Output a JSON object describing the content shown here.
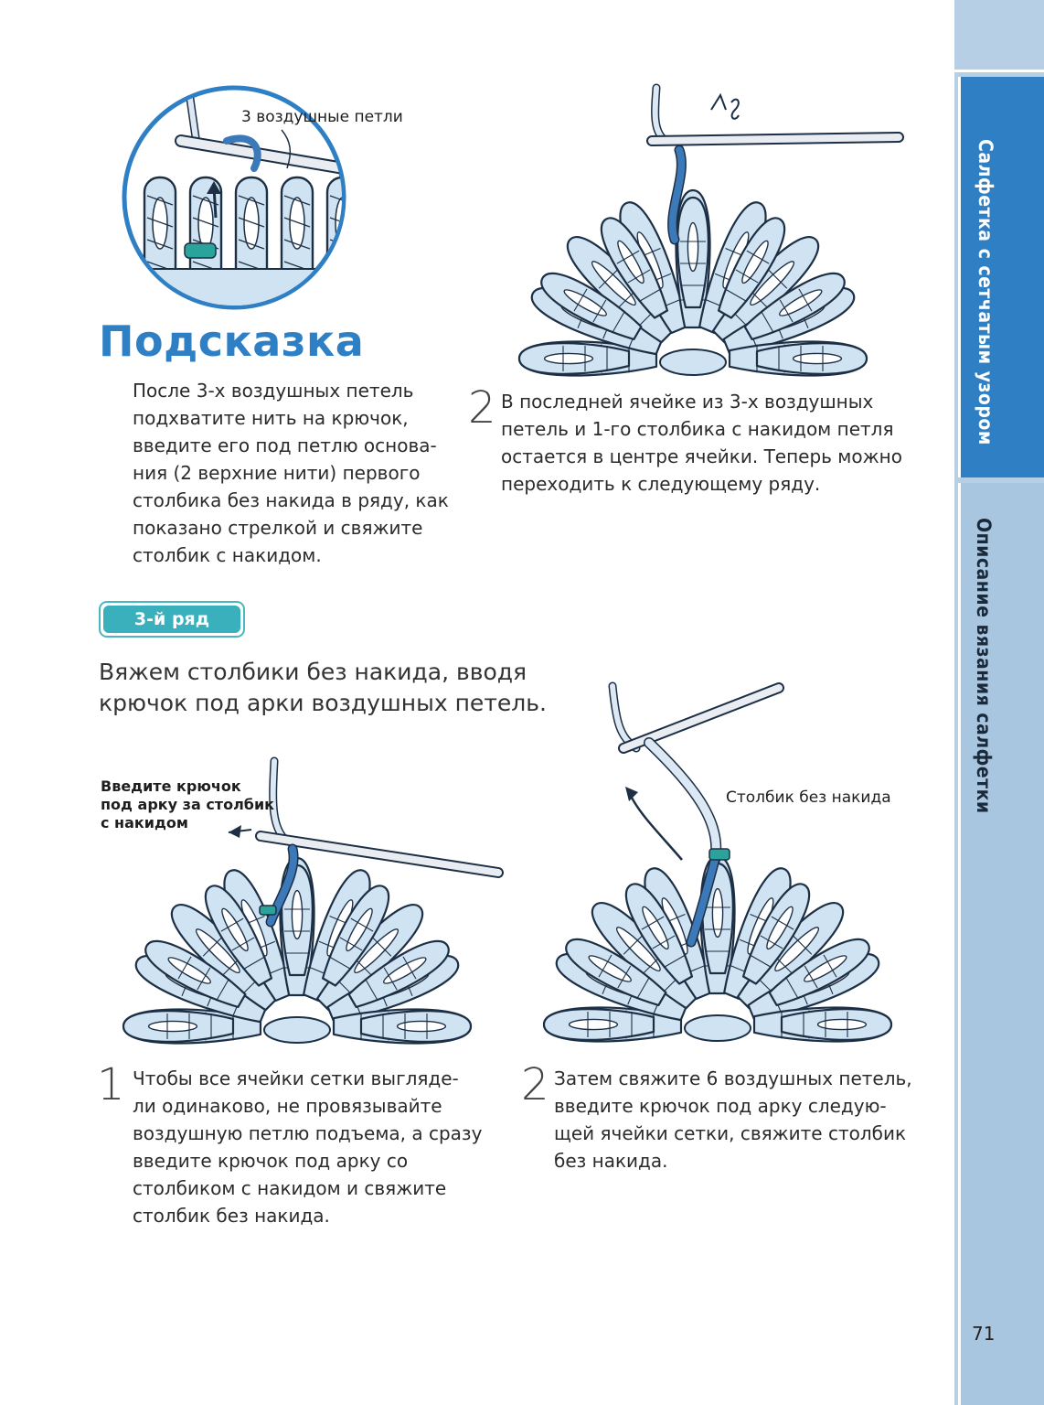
{
  "sidebar": {
    "active_tab": "Салфетка с сетчатым узором",
    "inactive_tab": "Описание вязания салфетки"
  },
  "page_number": "71",
  "hint": {
    "title": "Подсказка",
    "callout": "3 воздушные петли",
    "lines": [
      "После 3-х воздушных петель",
      "подхватите нить на крючок,",
      "введите его под петлю основа-",
      "ния (2 верхние нити) первого",
      "столбика без накида в ряду, как",
      "показано стрелкой и свяжите",
      "столбик с накидом."
    ]
  },
  "step_top_2": {
    "number": "2",
    "lines": [
      "В последней ячейке из 3-х воздушных",
      "петель и 1-го столбика с накидом петля",
      "остается в центре ячейки. Теперь можно",
      "переходить к следующему ряду."
    ]
  },
  "row3": {
    "badge": "3-й ряд",
    "intro_lines": [
      "Вяжем столбики без накида, вводя",
      "крючок под арки воздушных петель."
    ]
  },
  "callouts": {
    "insert_hook": [
      "Введите крючок",
      "под арку за столбик",
      "с накидом"
    ],
    "single_crochet": "Столбик без накида"
  },
  "step_bottom_1": {
    "number": "1",
    "lines": [
      "Чтобы все ячейки сетки выгляде-",
      "ли одинаково, не провязывайте",
      "воздушную петлю подъема, а сразу",
      "введите крючок под арку со",
      "столбиком с накидом и свяжите",
      "столбик без накида."
    ]
  },
  "step_bottom_2": {
    "number": "2",
    "lines": [
      "Затем свяжите 6 воздушных петель,",
      "введите крючок под арку следую-",
      "щей ячейки сетки, свяжите столбик",
      "без накида."
    ]
  },
  "colors": {
    "accent_blue": "#2f7fc5",
    "badge_teal": "#3ab0bd",
    "yarn_light": "#cfe3f2",
    "yarn_dark": "#3c79b8",
    "yarn_teal": "#2aa39b"
  }
}
